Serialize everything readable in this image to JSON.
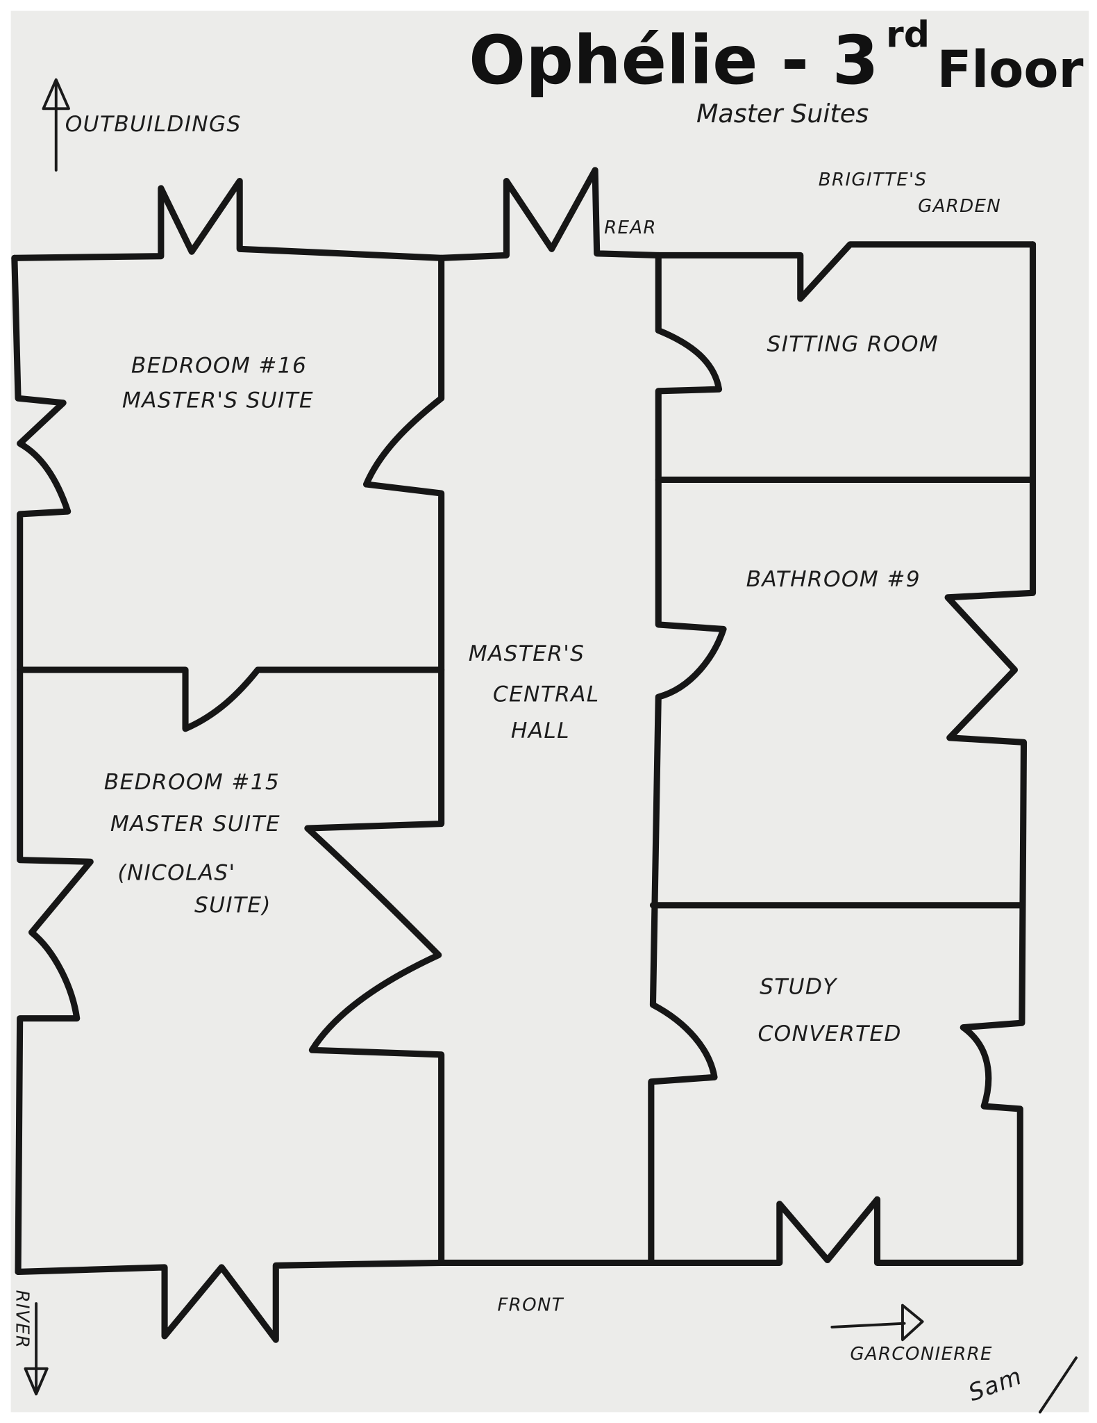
{
  "title": {
    "main": "Ophélie - 3",
    "sup": "rd",
    "floor": "Floor",
    "subtitle": "Master Suites"
  },
  "directions": {
    "outbuildings": "OUTBUILDINGS",
    "garden_line1": "BRIGITTE'S",
    "garden_line2": "GARDEN",
    "rear": "REAR",
    "front": "FRONT",
    "garconierre": "GARCONIERRE",
    "river": "RIVER"
  },
  "rooms": {
    "bedroom16": {
      "line1": "BEDROOM #16",
      "line2": "MASTER'S SUITE"
    },
    "bedroom15": {
      "line1": "BEDROOM #15",
      "line2": "MASTER SUITE",
      "line3": "(NICOLAS'",
      "line4": "SUITE)"
    },
    "hall": {
      "line1": "MASTER'S",
      "line2": "CENTRAL",
      "line3": "HALL"
    },
    "sitting": {
      "line1": "SITTING ROOM"
    },
    "bathroom": {
      "line1": "BATHROOM #9"
    },
    "study": {
      "line1": "STUDY",
      "line2": "CONVERTED"
    }
  },
  "signature": "Sam",
  "colors": {
    "ink": "#161616",
    "paper": "#ececea"
  }
}
